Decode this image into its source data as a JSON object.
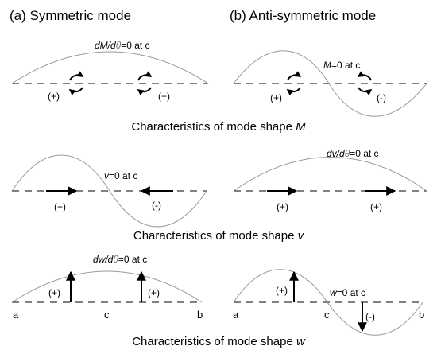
{
  "titles": {
    "symmetric": "(a) Symmetric mode",
    "antisymmetric": "(b) Anti-symmetric mode"
  },
  "section_M": {
    "caption_prefix": "Characteristics of mode shape ",
    "caption_var": "M",
    "left_note_pre": "dM/d",
    "left_note_theta": "θ",
    "left_note_post": "=0 at c",
    "left_signs": [
      "(+)",
      "(+)"
    ],
    "right_note_var": "M",
    "right_note_post": "=0 at c",
    "right_signs": [
      "(+)",
      "(-)"
    ]
  },
  "section_v": {
    "caption_prefix": "Characteristics of mode shape ",
    "caption_var": "v",
    "left_note_var": "v",
    "left_note_post": "=0 at c",
    "left_signs": [
      "(+)",
      "(-)"
    ],
    "right_note_pre": "dv/d",
    "right_note_theta": "θ",
    "right_note_post": "=0 at c",
    "right_signs": [
      "(+)",
      "(+)"
    ]
  },
  "section_w": {
    "caption_prefix": "Characteristics of mode shape ",
    "caption_var": "w",
    "left_note_pre": "dw/d",
    "left_note_theta": "θ",
    "left_note_post": "=0 at c",
    "left_signs": [
      "(+)",
      "(+)"
    ],
    "right_note_var": "w",
    "right_note_post": "=0 at c",
    "right_signs": [
      "(+)",
      "(-)"
    ],
    "points": [
      "a",
      "c",
      "b"
    ]
  }
}
